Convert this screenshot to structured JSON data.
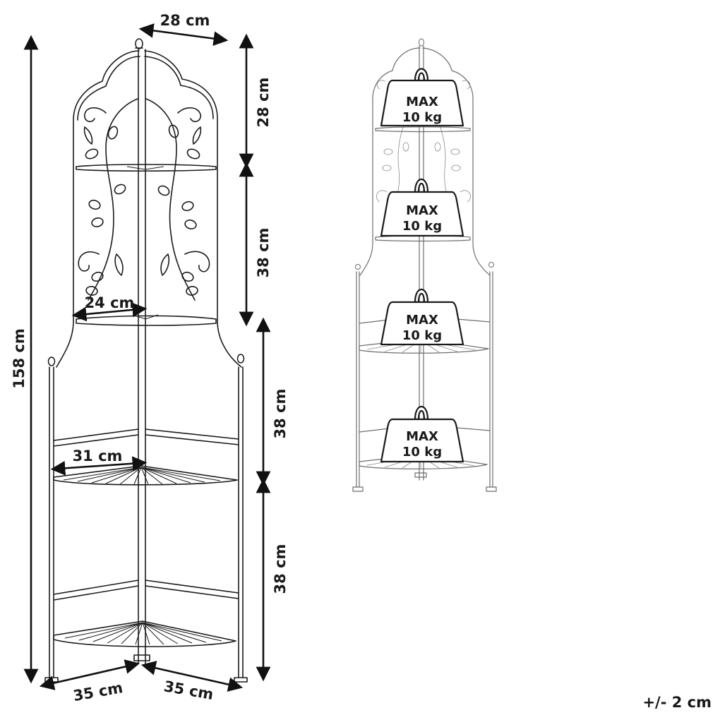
{
  "dimensions": {
    "total_height": "158 cm",
    "top_section_height": "28 cm",
    "top_width": "28 cm",
    "middle_section_height": "38 cm",
    "lower_section_height": "38 cm",
    "bottom_section_height": "38 cm",
    "shelf2_depth": "24 cm",
    "shelf3_depth": "31 cm",
    "base_left_side": "35 cm",
    "base_right_side": "35 cm"
  },
  "weight_limits": [
    {
      "line1": "MAX",
      "line2": "10 kg"
    },
    {
      "line1": "MAX",
      "line2": "10 kg"
    },
    {
      "line1": "MAX",
      "line2": "10 kg"
    },
    {
      "line1": "MAX",
      "line2": "10 kg"
    }
  ],
  "tolerance": "+/- 2 cm"
}
